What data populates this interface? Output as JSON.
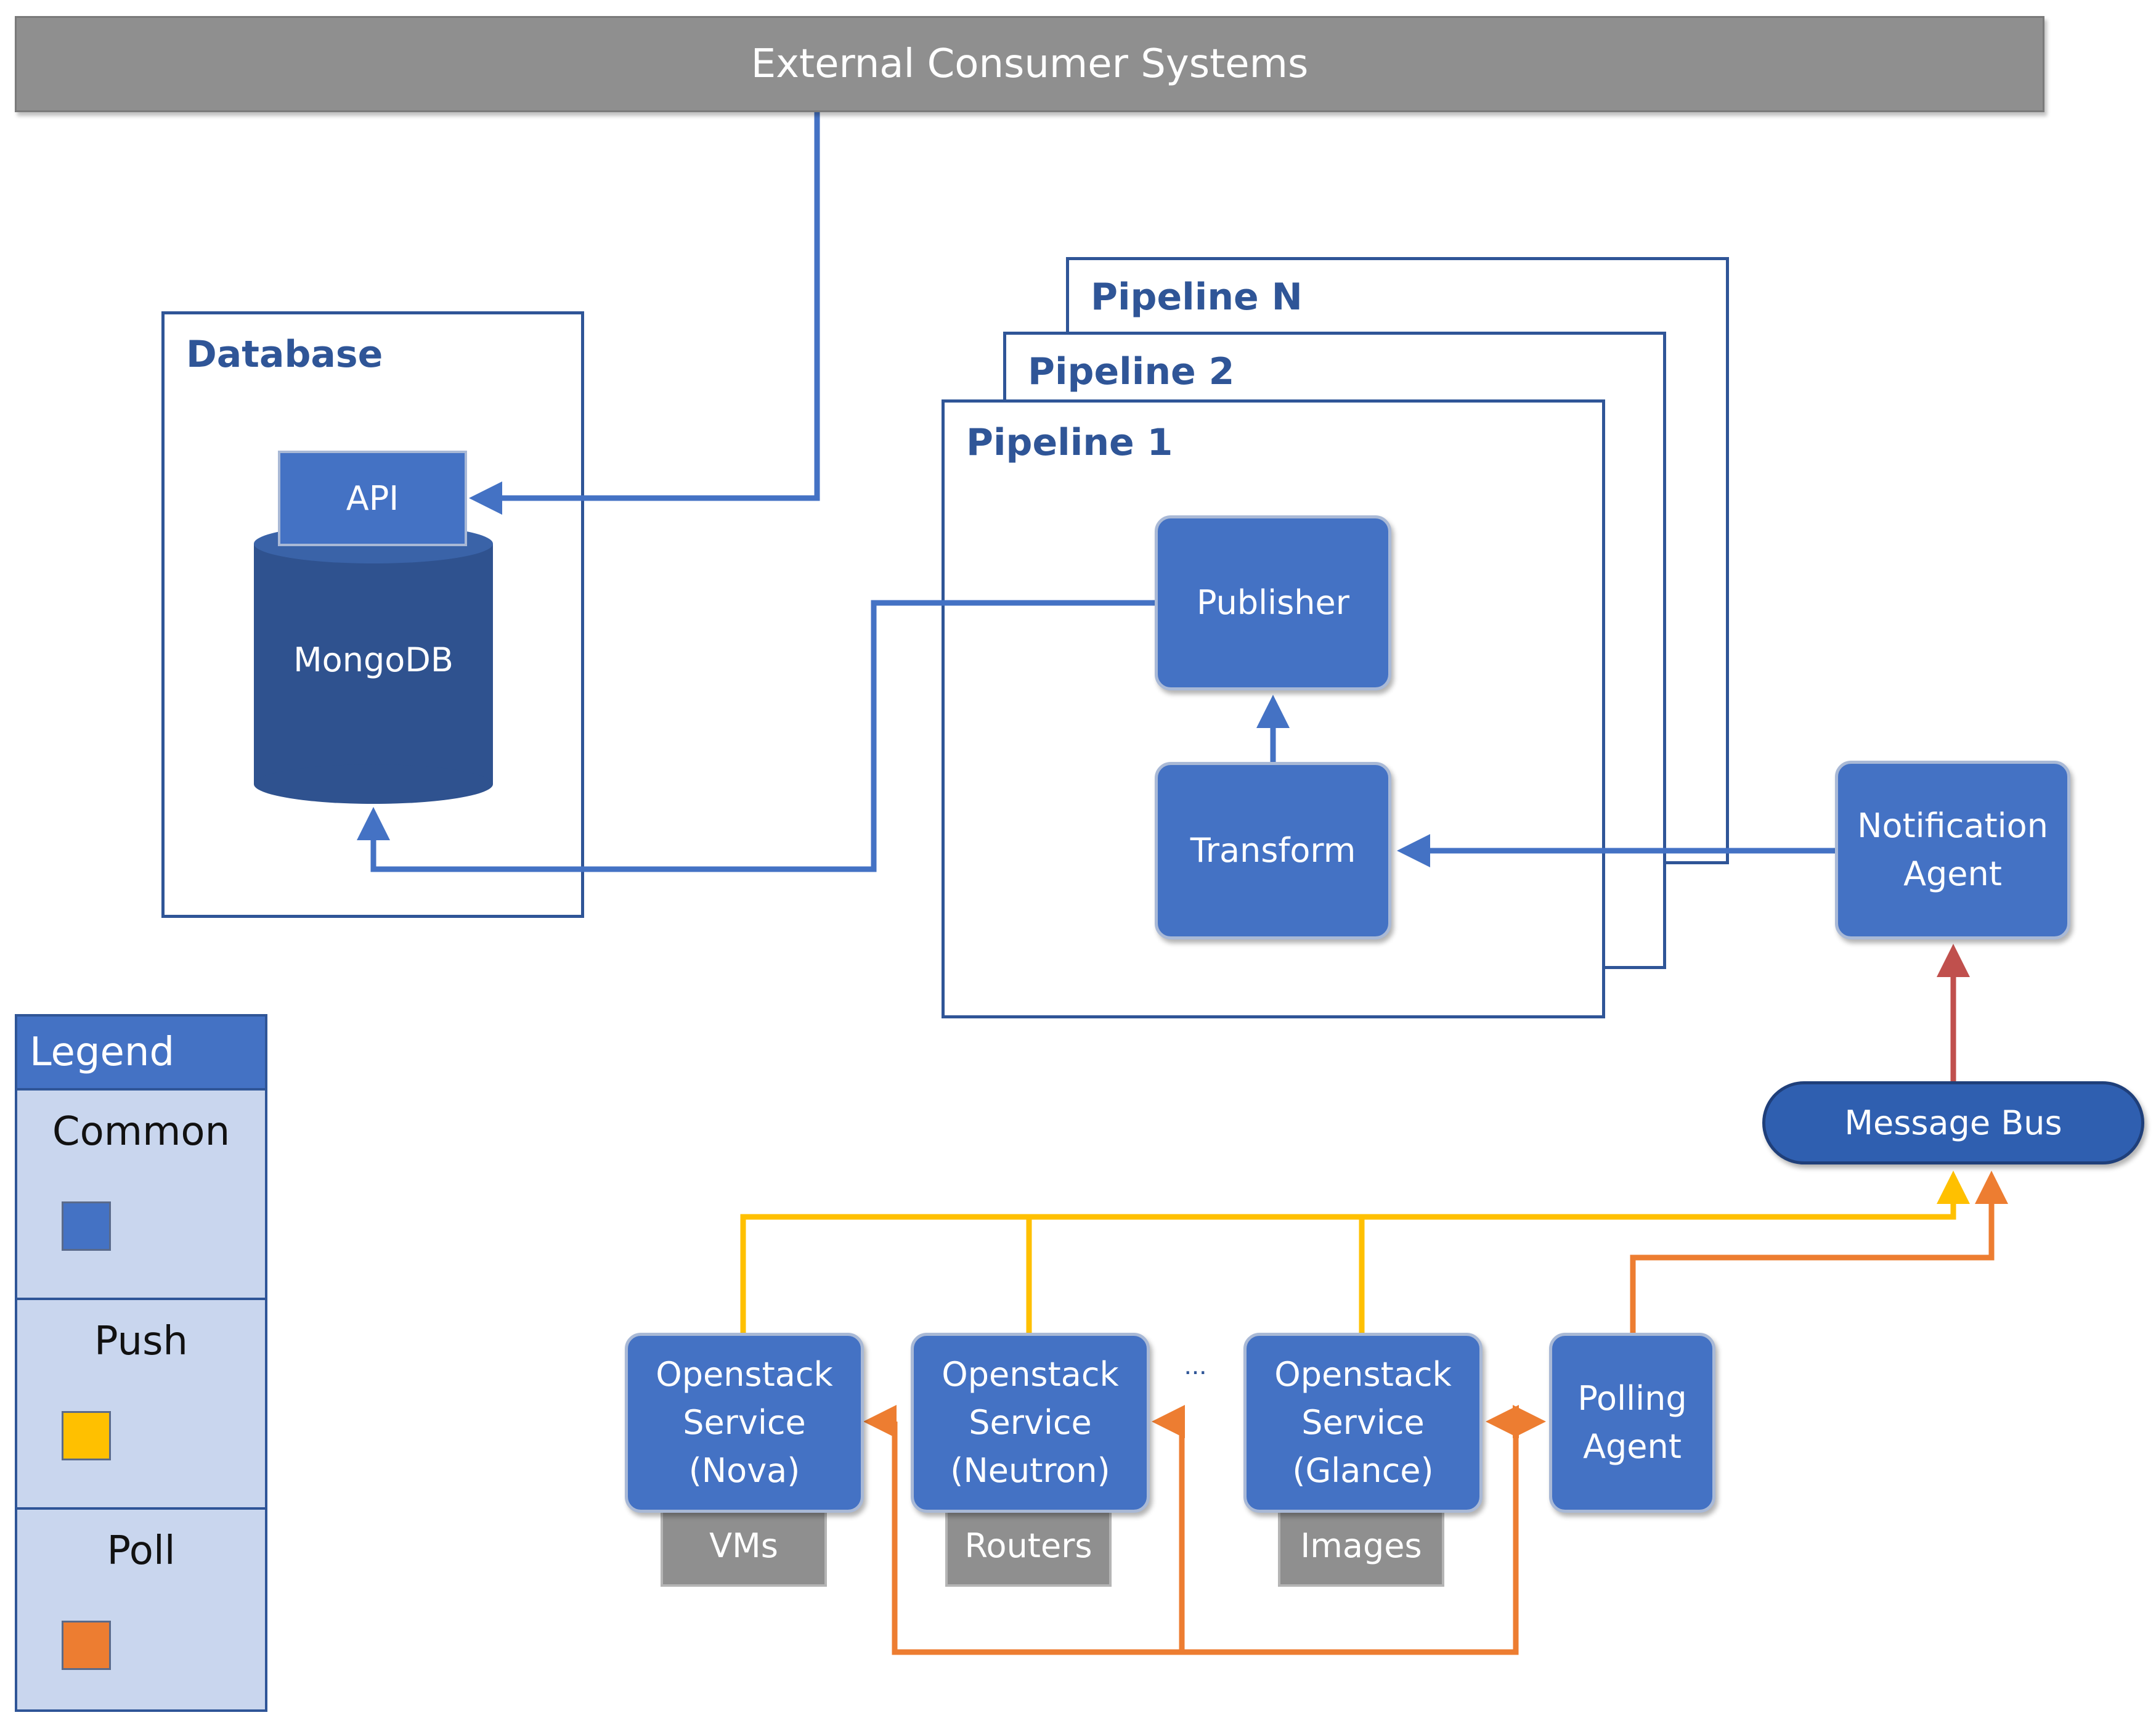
{
  "external": {
    "label": "External Consumer Systems"
  },
  "database": {
    "title": "Database",
    "api_label": "API",
    "db_label": "MongoDB"
  },
  "pipelines": {
    "n_title": "Pipeline N",
    "two_title": "Pipeline 2",
    "one_title": "Pipeline 1",
    "publisher_label": "Publisher",
    "transform_label": "Transform"
  },
  "notification_agent": {
    "line1": "Notification",
    "line2": "Agent"
  },
  "message_bus": {
    "label": "Message Bus"
  },
  "services": [
    {
      "line1": "Openstack",
      "line2": "Service",
      "line3": "(Nova)",
      "resource": "VMs"
    },
    {
      "line1": "Openstack",
      "line2": "Service",
      "line3": "(Neutron)",
      "resource": "Routers"
    },
    {
      "line1": "Openstack",
      "line2": "Service",
      "line3": "(Glance)",
      "resource": "Images"
    }
  ],
  "ellipsis": "...",
  "polling_agent": {
    "line1": "Polling",
    "line2": "Agent"
  },
  "legend": {
    "title": "Legend",
    "items": [
      {
        "label": "Common",
        "color": "#4472c4"
      },
      {
        "label": "Push",
        "color": "#ffc000"
      },
      {
        "label": "Poll",
        "color": "#ed7d31"
      }
    ]
  },
  "colors": {
    "common": "#4472c4",
    "push": "#ffc000",
    "poll": "#ed7d31",
    "bus_to_agent": "#c0504d"
  }
}
